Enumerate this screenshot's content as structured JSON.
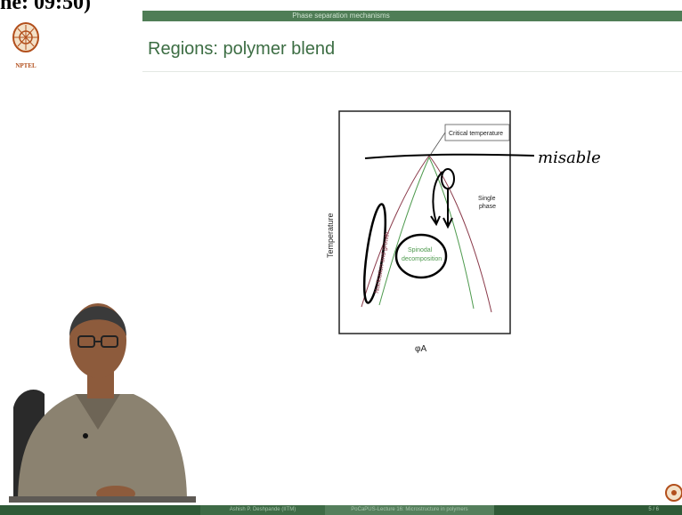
{
  "timestamp_text": "ne: 09:50)",
  "header": {
    "section_title": "Phase separation mechanisms"
  },
  "logo": {
    "label": "NPTEL"
  },
  "slide": {
    "title": "Regions: polymer blend"
  },
  "diagram": {
    "ylabel": "Temperature",
    "xlabel": "φA",
    "critical_label": "Critical temperature",
    "single_phase_line1": "Single",
    "single_phase_line2": "phase",
    "spinodal_line1": "Spinodal",
    "spinodal_line2": "decomposition",
    "nucleation_label": "Nucleation and growth",
    "handwritten_note": "misable",
    "binodal_color": "#8a3a4a",
    "spinodal_color": "#4e9a4e"
  },
  "footer": {
    "author": "Ashish P. Deshpande (IITM)",
    "course": "PoCaPUS-Lecture 16: Microstructure in polymers",
    "page": "5 / 6"
  }
}
